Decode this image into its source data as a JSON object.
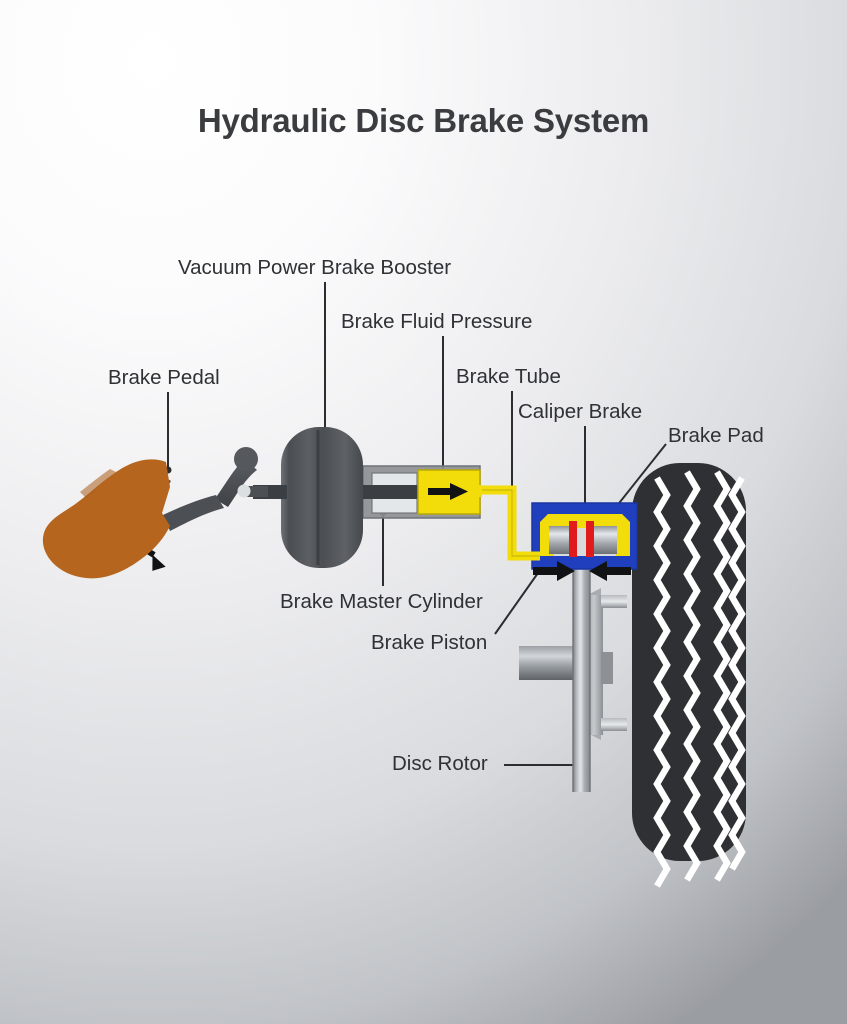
{
  "title": "Hydraulic Disc Brake System",
  "labels": {
    "vacuum_booster": "Vacuum Power Brake Booster",
    "brake_fluid_pressure": "Brake Fluid Pressure",
    "brake_pedal": "Brake Pedal",
    "brake_tube": "Brake Tube",
    "caliper_brake": "Caliper Brake",
    "brake_pad": "Brake Pad",
    "brake_master_cylinder": "Brake Master Cylinder",
    "brake_piston": "Brake Piston",
    "disc_rotor": "Disc Rotor"
  },
  "colors": {
    "title_text": "#3a3c3f",
    "label_text": "#2f3134",
    "leader_line": "#2b2d30",
    "background_light": "#ffffff",
    "background_dark": "#9a9da1",
    "shoe": "#b5651d",
    "pedal_metal": "#4c4f53",
    "booster_body": "#55585c",
    "master_housing": "#8d9094",
    "fluid_yellow": "#f2dc0a",
    "caliper_blue": "#1f3fbe",
    "brake_pad_red": "#e01b1b",
    "piston_metal": "#b9bcc0",
    "rotor_metal": "#9fa3a8",
    "tire_rubber": "#2e3033",
    "tread_white": "#ffffff",
    "arrow_black": "#111214"
  },
  "components": [
    {
      "name": "shoe",
      "label": "Driver shoe pressing pedal"
    },
    {
      "name": "brake-pedal",
      "label": "Brake Pedal"
    },
    {
      "name": "vacuum-booster",
      "label": "Vacuum Power Brake Booster"
    },
    {
      "name": "master-cylinder",
      "label": "Brake Master Cylinder"
    },
    {
      "name": "fluid-chamber",
      "label": "Brake Fluid Pressure"
    },
    {
      "name": "brake-tube",
      "label": "Brake Tube"
    },
    {
      "name": "caliper",
      "label": "Caliper Brake"
    },
    {
      "name": "brake-piston",
      "label": "Brake Piston"
    },
    {
      "name": "brake-pad",
      "label": "Brake Pad"
    },
    {
      "name": "disc-rotor",
      "label": "Disc Rotor"
    },
    {
      "name": "wheel-hub",
      "label": "Wheel hub"
    },
    {
      "name": "tire",
      "label": "Tire"
    }
  ],
  "chart_data": {
    "type": "diagram",
    "title": "Hydraulic Disc Brake System",
    "nodes": [
      "Brake Pedal",
      "Vacuum Power Brake Booster",
      "Brake Master Cylinder",
      "Brake Fluid Pressure",
      "Brake Tube",
      "Caliper Brake",
      "Brake Piston",
      "Brake Pad",
      "Disc Rotor"
    ],
    "flow": "Brake Pedal -> Vacuum Power Brake Booster -> Brake Master Cylinder -> Brake Fluid Pressure -> Brake Tube -> Caliper Brake -> Brake Piston -> Brake Pad -> Disc Rotor",
    "tire_tread_grooves": 4,
    "clamping_arrows": 2
  }
}
